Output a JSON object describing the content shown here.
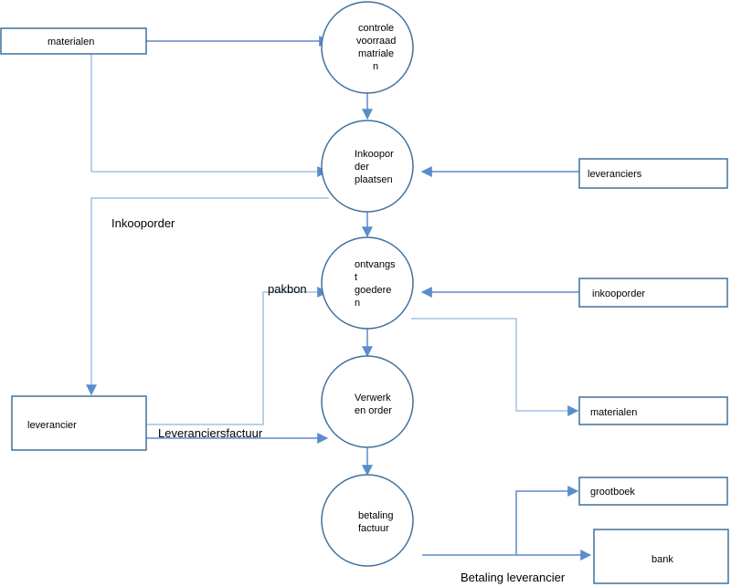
{
  "colors": {
    "line": "#5b8ccb",
    "line_light": "#9dc3e6",
    "text": "#000000"
  },
  "processes": {
    "controle": [
      "controle",
      "voorraad",
      "matriale",
      "n"
    ],
    "inkooporder": [
      "Inkoopor",
      "der",
      "plaatsen"
    ],
    "ontvangst": [
      "ontvangs",
      "t",
      "goedere",
      "n"
    ],
    "verwerken": [
      "Verwerk",
      "en order"
    ],
    "betaling": [
      "betaling",
      "factuur"
    ]
  },
  "entities": {
    "materialen_top": "materialen",
    "leveranciers": "leveranciers",
    "inkooporder": "inkooporder",
    "materialen_right": "materialen",
    "leverancier_left": "leverancier",
    "grootboek": "grootboek",
    "bank": "bank"
  },
  "flows": {
    "inkooporder": "Inkooporder",
    "pakbon": "pakbon",
    "leveranciersfactuur": "Leveranciersfactuur",
    "betaling_leverancier": "Betaling leverancier"
  }
}
